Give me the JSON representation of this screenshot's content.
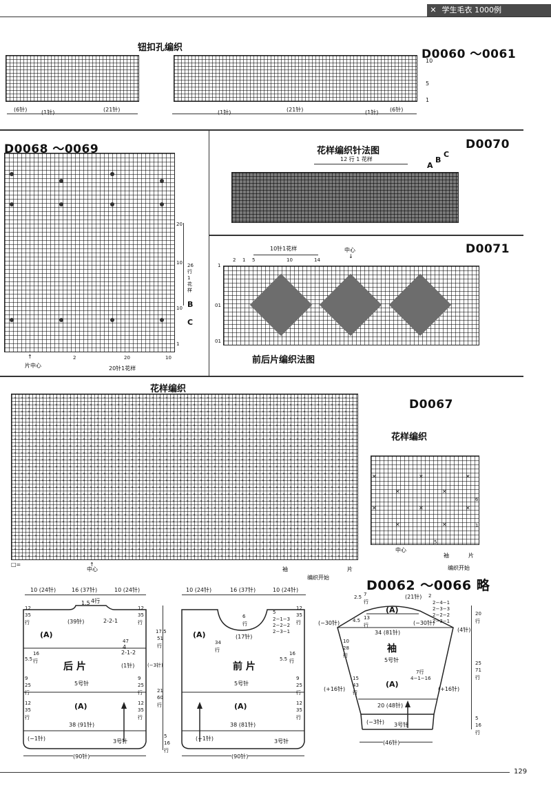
{
  "header": {
    "series_title": "学生毛衣 1000例",
    "page_number": "129"
  },
  "sections": {
    "d0060": {
      "code": "D0060 ～0061",
      "title": "钮扣孔编织",
      "bottom_labels": [
        "(6针)",
        "(1针)",
        "(21针)",
        "(1针)",
        "(21针)",
        "(1针)",
        "(6针)"
      ],
      "row_marks": [
        "10",
        "5",
        "1"
      ]
    },
    "d0068": {
      "code": "D0068 ～0069",
      "repeat_label": "20针1花样",
      "center_label": "片中心",
      "row_label": "26行1花样",
      "letters": [
        "B",
        "C"
      ],
      "nums": [
        "10",
        "1",
        "20",
        "10",
        "2",
        "20",
        "10",
        "1"
      ]
    },
    "d0070": {
      "code": "D0070",
      "title": "花样编织针法图",
      "repeat_label": "12 行 1 花样",
      "letters": [
        "A",
        "B",
        "C"
      ]
    },
    "d0071": {
      "code": "D0071",
      "caption": "前后片编织法图",
      "repeat_label": "10针1花样",
      "center_label": "中心",
      "nums": [
        "5",
        "10",
        "14",
        "2",
        "1",
        "1",
        "01",
        "01"
      ]
    },
    "pattern_big": {
      "title": "花样编织",
      "legend": "□=",
      "center_label": "中心",
      "sleeve_label": "袖",
      "piece_label": "片",
      "start_label": "编织开始"
    },
    "d0067": {
      "code": "D0067",
      "title": "花样编织",
      "center_label": "中心",
      "sleeve_label": "袖",
      "piece_label": "片",
      "start_label": "编织开始",
      "nums": [
        "6",
        "5",
        "1"
      ]
    },
    "d0062": {
      "code": "D0062 ～0066 略"
    },
    "back": {
      "top_dims": [
        "10 (24针)",
        "16 (37针)",
        "10 (24针)"
      ],
      "neck_label": "(39针)",
      "neck_num": "1.5",
      "neck_rows": "4行",
      "dec1": "2-2-1",
      "dec2": "2-1-2",
      "dec2_top": "4",
      "title": "后 片",
      "needle": "5号针",
      "band": "(A)",
      "upper_a": "(A)",
      "width_label": "38 (91针)",
      "bottom_count": "(−1针)",
      "needle2": "3号针",
      "total": "(90针)",
      "side_left": [
        "12",
        "35",
        "行",
        "5.5",
        "16",
        "行",
        "9",
        "25",
        "行",
        "12",
        "35",
        "行"
      ],
      "side_right": [
        "12",
        "35",
        "行",
        "47",
        "(1针)",
        "9",
        "25",
        "行",
        "12",
        "35",
        "行"
      ],
      "middle_dims": [
        "17.5",
        "51",
        "行",
        "(−3针)",
        "21",
        "60",
        "行",
        "5",
        "16",
        "行"
      ]
    },
    "front": {
      "top_dims": [
        "10 (24针)",
        "16 (37针)",
        "10 (24针)"
      ],
      "neck_label": "(17针)",
      "neck_rows": [
        "6",
        "行"
      ],
      "dec_lines": [
        "5",
        "2−1−3",
        "2−2−2",
        "2−3−1"
      ],
      "title": "前 片",
      "needle": "5号针",
      "band": "(A)",
      "upper_a": "(A)",
      "width_label": "38 (81针)",
      "bottom_count": "(−1针)",
      "needle2": "3号针",
      "total": "(90针)",
      "side_left": [
        "34",
        "行"
      ],
      "side_right": [
        "12",
        "35",
        "行",
        "5.5",
        "16",
        "行",
        "9",
        "25",
        "行",
        "12",
        "35",
        "行"
      ]
    },
    "sleeve": {
      "top_count": "(21针)",
      "top_a": "(A)",
      "top_dims": [
        "2.5",
        "7",
        "行"
      ],
      "cap_dec": [
        "2",
        "2−4−1",
        "2−3−3",
        "2−2−2",
        "2−3−1"
      ],
      "cap_left": "(−30针)",
      "cap_right": "(−30针)",
      "cap_left_dims": [
        "4.5",
        "13",
        "行"
      ],
      "width_label": "34 (81针)",
      "right_rows": "(4针)",
      "title": "袖",
      "needle": "5号针",
      "left_dims": [
        "10",
        "28",
        "行"
      ],
      "left_dims2": [
        "15",
        "43",
        "行"
      ],
      "inc_left": "(+16针)",
      "inc_right": "(+16针)",
      "inc_lines": [
        "7行",
        "4−1−16"
      ],
      "body_a": "(A)",
      "cuff_width": "20 (48针)",
      "cuff_count": "(−3针)",
      "needle2": "3号针",
      "cuff_total": "(46针)",
      "right_dims": [
        "20",
        "行",
        "25",
        "71",
        "行",
        "5",
        "16",
        "行"
      ]
    }
  }
}
